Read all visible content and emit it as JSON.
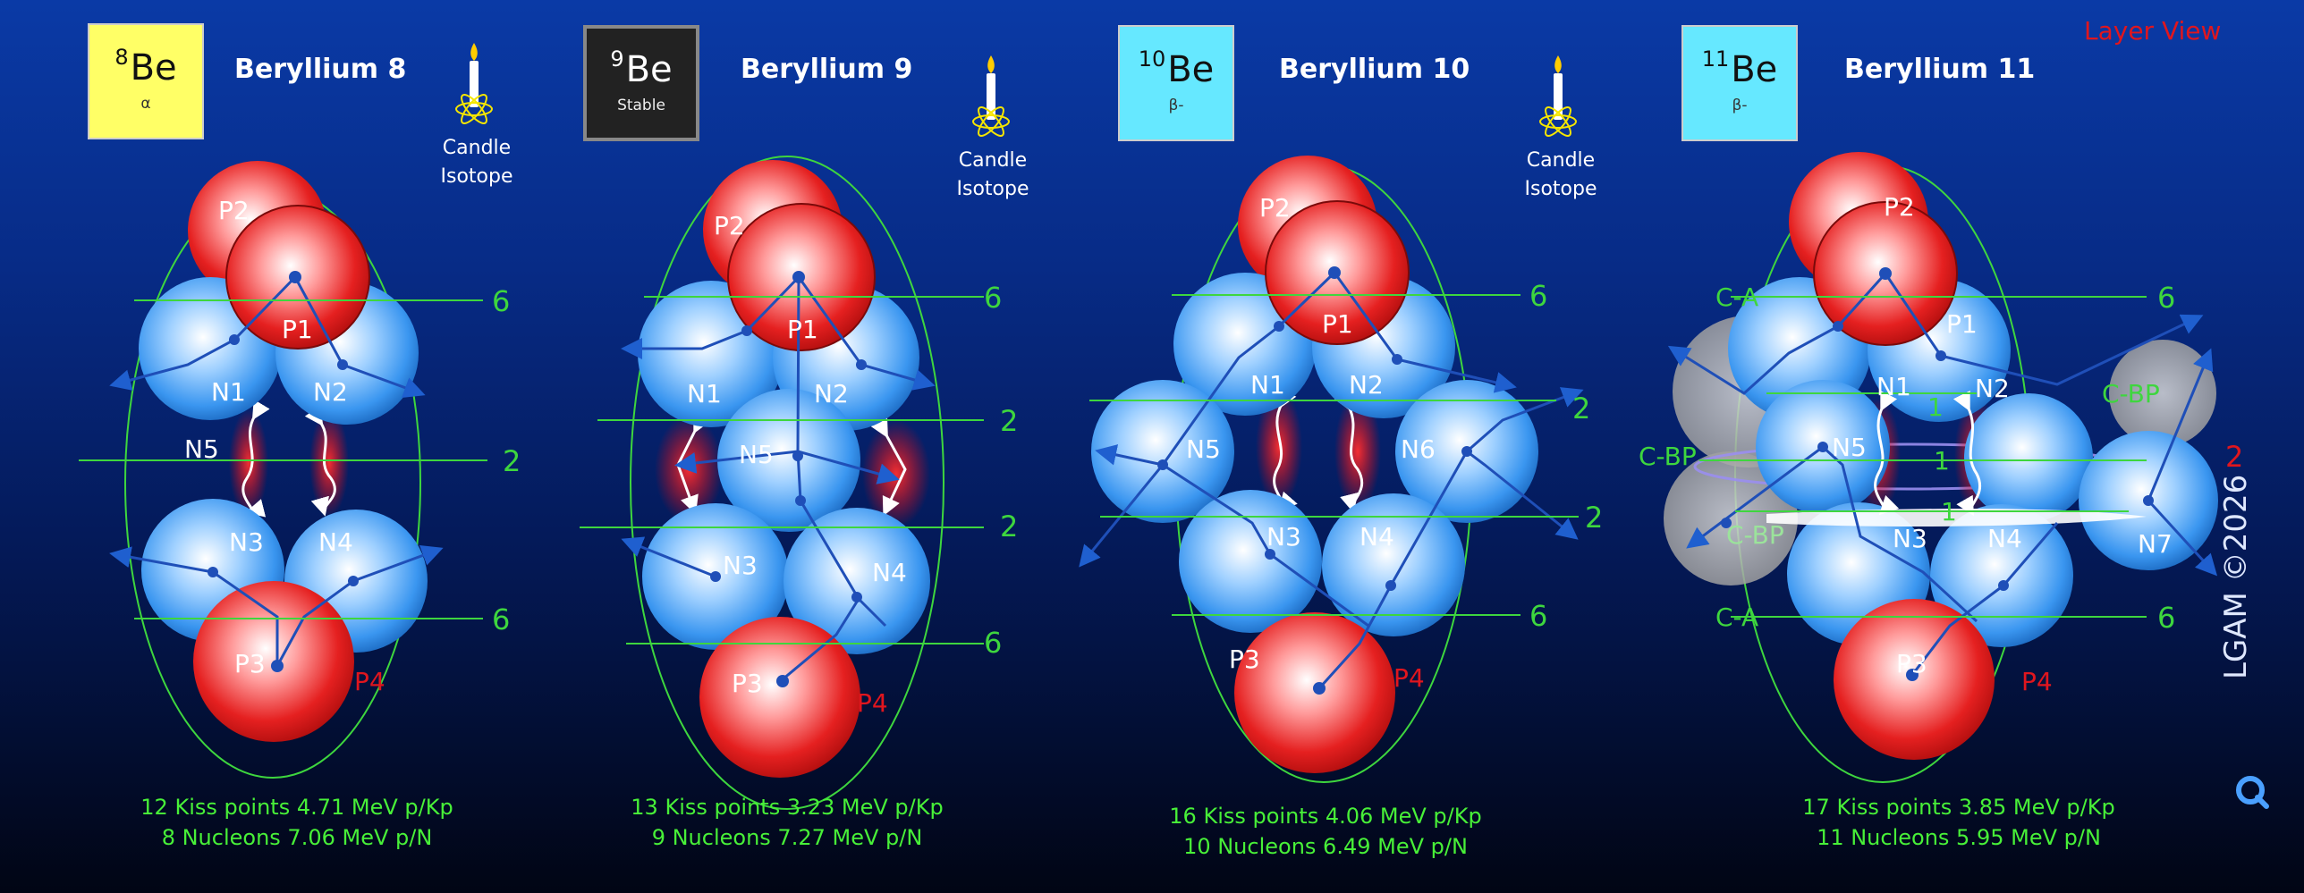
{
  "header": {
    "layer_view": "Layer View"
  },
  "copyright": "LGAM ©2026",
  "colors": {
    "proton": "#e52020",
    "neutron": "#3a96f0",
    "layer_line": "#3ed63e",
    "label_green": "#48f038",
    "label_red": "#e0161e",
    "tile_be8": "#ffff66",
    "tile_be9": "#222222",
    "tile_be10": "#66e8ff",
    "tile_be11": "#66e8ff"
  },
  "isotopes": [
    {
      "tile": {
        "mass": "8",
        "symbol": "Be",
        "mode": "α"
      },
      "name": "Beryllium 8",
      "candle_label": [
        "Candle",
        "Isotope"
      ],
      "stats": [
        "12 Kiss points 4.71 MeV p/Kp",
        "8 Nucleons 7.06 MeV p/N"
      ],
      "layers": [
        "6",
        "2",
        "6"
      ],
      "nucleons": {
        "protons": [
          "P2",
          "P1",
          "P3"
        ],
        "neutrons": [
          "N1",
          "N2",
          "N3",
          "N4"
        ]
      },
      "outer_labels": [
        "N5",
        "P4"
      ]
    },
    {
      "tile": {
        "mass": "9",
        "symbol": "Be",
        "mode": "Stable"
      },
      "name": "Beryllium 9",
      "candle_label": [
        "Candle",
        "Isotope"
      ],
      "stats": [
        "13 Kiss points 3.23 MeV p/Kp",
        "9 Nucleons 7.27 MeV p/N"
      ],
      "layers": [
        "6",
        "2",
        "2",
        "6"
      ],
      "nucleons": {
        "protons": [
          "P2",
          "P1",
          "P3"
        ],
        "neutrons": [
          "N1",
          "N2",
          "N5",
          "N3",
          "N4"
        ]
      },
      "outer_labels": [
        "P4"
      ]
    },
    {
      "tile": {
        "mass": "10",
        "symbol": "Be",
        "mode": "β-"
      },
      "name": "Beryllium 10",
      "candle_label": [
        "Candle",
        "Isotope"
      ],
      "stats": [
        "16 Kiss points 4.06 MeV p/Kp",
        "10 Nucleons 6.49 MeV p/N"
      ],
      "layers": [
        "6",
        "2",
        "2",
        "6"
      ],
      "nucleons": {
        "protons": [
          "P2",
          "P1",
          "P3"
        ],
        "neutrons": [
          "N1",
          "N2",
          "N5",
          "N6",
          "N3",
          "N4"
        ]
      },
      "outer_labels": [
        "P4"
      ]
    },
    {
      "tile": {
        "mass": "11",
        "symbol": "Be",
        "mode": "β-"
      },
      "name": "Beryllium 11",
      "stats": [
        "17 Kiss points 3.85 MeV p/Kp",
        "11 Nucleons 5.95 MeV p/N"
      ],
      "layers": [
        "6",
        "2",
        "6"
      ],
      "inner_layers": [
        "1",
        "1",
        "1"
      ],
      "nucleons": {
        "protons": [
          "P2",
          "P1",
          "P3"
        ],
        "neutrons": [
          "N1",
          "N2",
          "N5",
          "N3",
          "N4",
          "N7"
        ]
      },
      "outer_labels": [
        "P4"
      ],
      "cluster_labels": [
        "C-A",
        "C-BP",
        "C-BP",
        "C-BP",
        "C-A"
      ]
    }
  ]
}
